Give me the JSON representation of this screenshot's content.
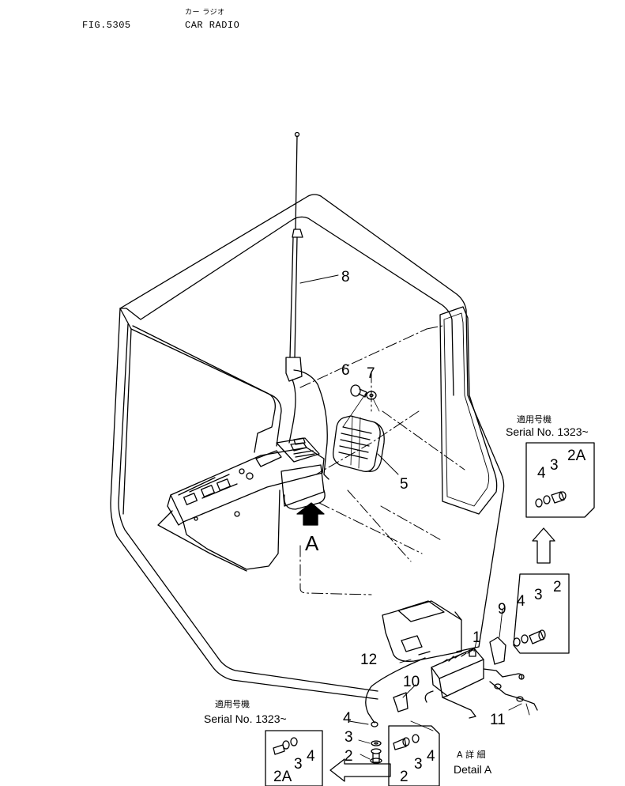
{
  "header": {
    "fig_label": "FIG.5305",
    "title_jp": "カー ラジオ",
    "title_en": "CAR RADIO"
  },
  "callouts": {
    "c1": "1",
    "c2a": "2",
    "c2b": "2",
    "c2c": "2",
    "c2A_top": "2A",
    "c2A_bottom": "2A",
    "c3a": "3",
    "c3b": "3",
    "c3c": "3",
    "c3d": "3",
    "c3e": "3",
    "c4a": "4",
    "c4b": "4",
    "c4c": "4",
    "c4d": "4",
    "c4e": "4",
    "c5": "5",
    "c6": "6",
    "c7": "7",
    "c8": "8",
    "c9": "9",
    "c10": "10",
    "c11": "11",
    "c12": "12",
    "view_a": "A"
  },
  "applicable_top": {
    "jp": "適用号機",
    "serial": "Serial No. 1323~"
  },
  "applicable_bottom": {
    "jp": "適用号機",
    "serial": "Serial No. 1323~"
  },
  "detail": {
    "jp": "A 詳 細",
    "en": "Detail A"
  }
}
